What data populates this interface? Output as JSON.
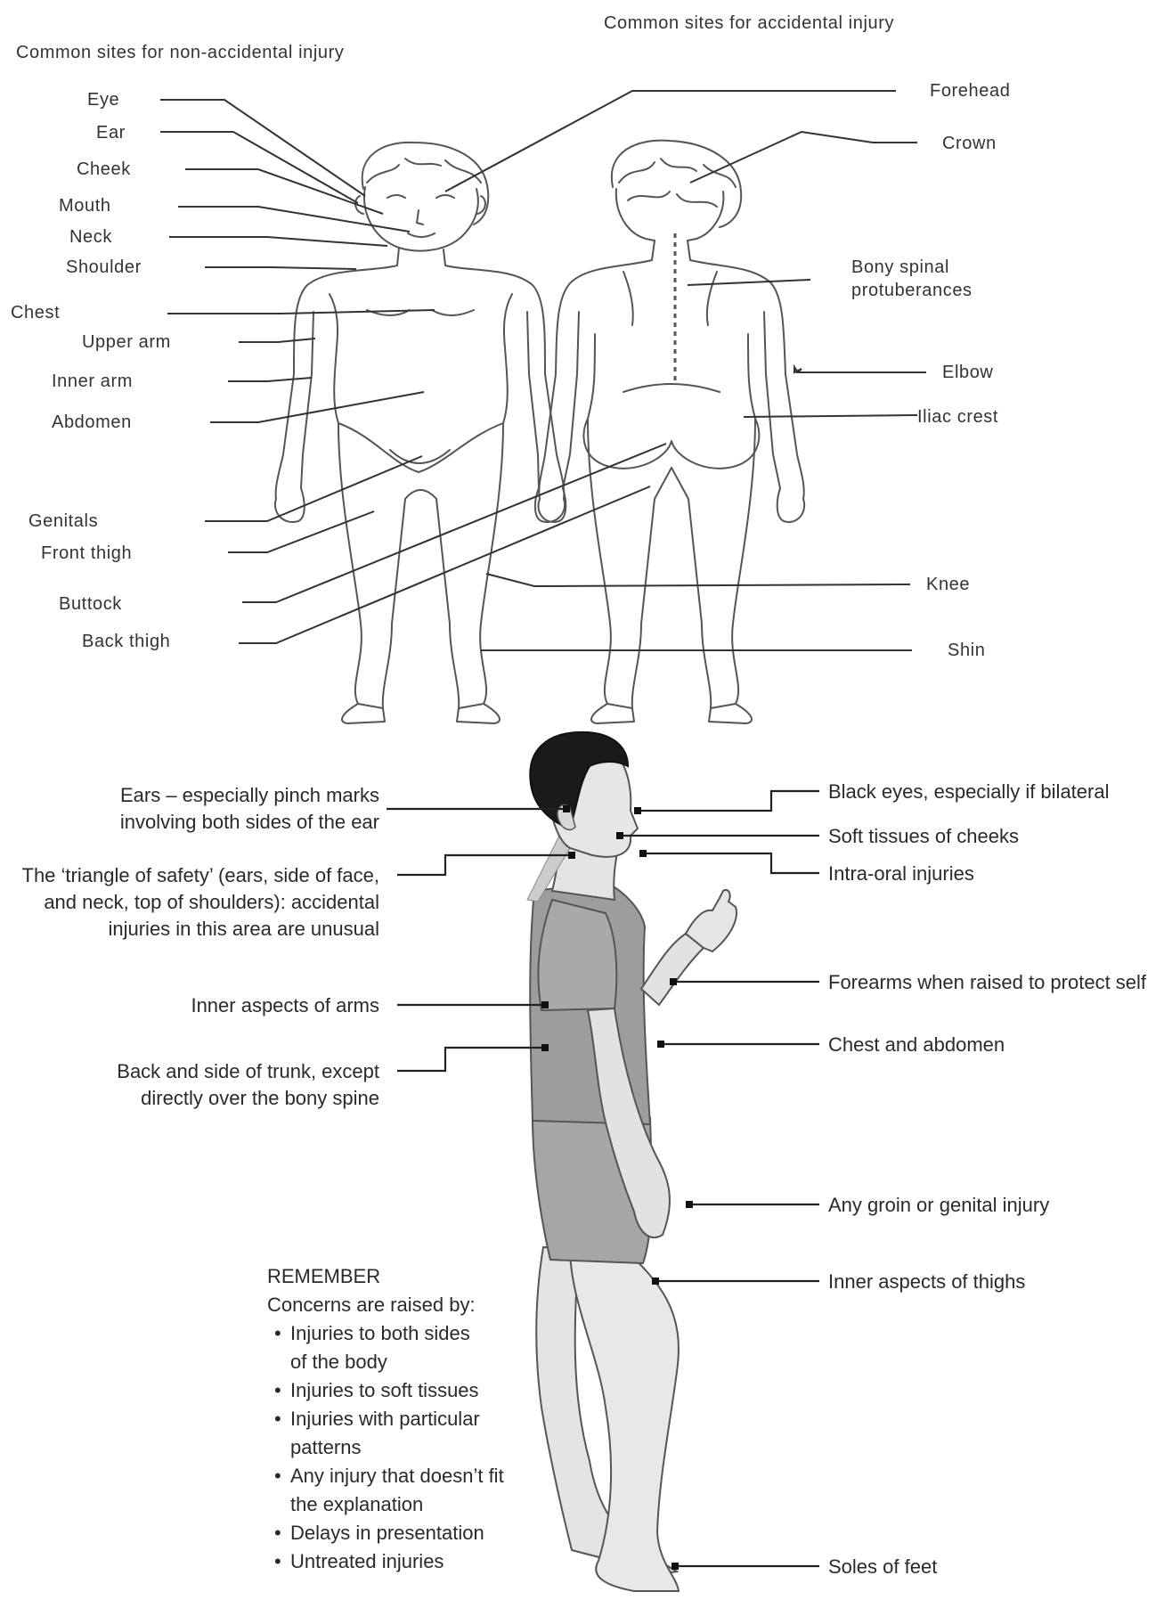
{
  "diagram_top": {
    "left_heading": "Common sites for non-accidental injury",
    "right_heading": "Common sites for accidental injury",
    "left_labels": [
      "Eye",
      "Ear",
      "Cheek",
      "Mouth",
      "Neck",
      "Shoulder",
      "Chest",
      "Upper arm",
      "Inner arm",
      "Abdomen",
      "Genitals",
      "Front thigh",
      "Buttock",
      "Back thigh"
    ],
    "right_labels": [
      "Forehead",
      "Crown",
      "Bony spinal",
      "protuberances",
      "Elbow",
      "Iliac crest",
      "Knee",
      "Shin"
    ]
  },
  "diagram_bottom": {
    "left_callouts": [
      [
        "Ears – especially pinch marks",
        "involving both sides of the ear"
      ],
      [
        "The ‘triangle of safety’ (ears, side of face,",
        "and neck, top of shoulders): accidental",
        "injuries in this area are unusual"
      ],
      [
        "Inner aspects of arms"
      ],
      [
        "Back and side of trunk, except",
        "directly over the bony spine"
      ]
    ],
    "right_callouts": [
      "Black eyes, especially if bilateral",
      "Soft tissues of cheeks",
      "Intra-oral injuries",
      "Forearms when raised to protect self",
      "Chest and abdomen",
      "Any groin or genital injury",
      "Inner aspects of thighs",
      "Soles of feet"
    ],
    "remember": {
      "title": "REMEMBER",
      "intro": "Concerns are raised by:",
      "items": [
        [
          "Injuries to both sides",
          "of the body"
        ],
        [
          "Injuries to soft tissues"
        ],
        [
          "Injuries with particular",
          "patterns"
        ],
        [
          "Any injury that doesn’t fit",
          "the explanation"
        ],
        [
          "Delays in presentation"
        ],
        [
          "Untreated injuries"
        ]
      ]
    }
  }
}
